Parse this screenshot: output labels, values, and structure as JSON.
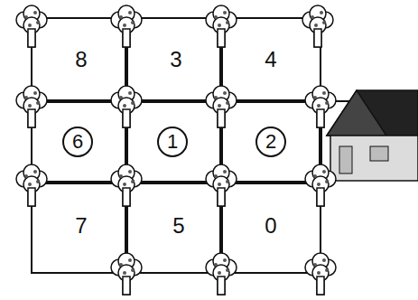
{
  "diagram": {
    "nodes": [
      {
        "text": [
          "6"
        ]
      },
      {
        "text": [
          "1"
        ]
      },
      {
        "text": [
          "2"
        ]
      }
    ],
    "labels": [
      "8",
      "3",
      "4",
      "7",
      "5",
      "0"
    ]
  }
}
